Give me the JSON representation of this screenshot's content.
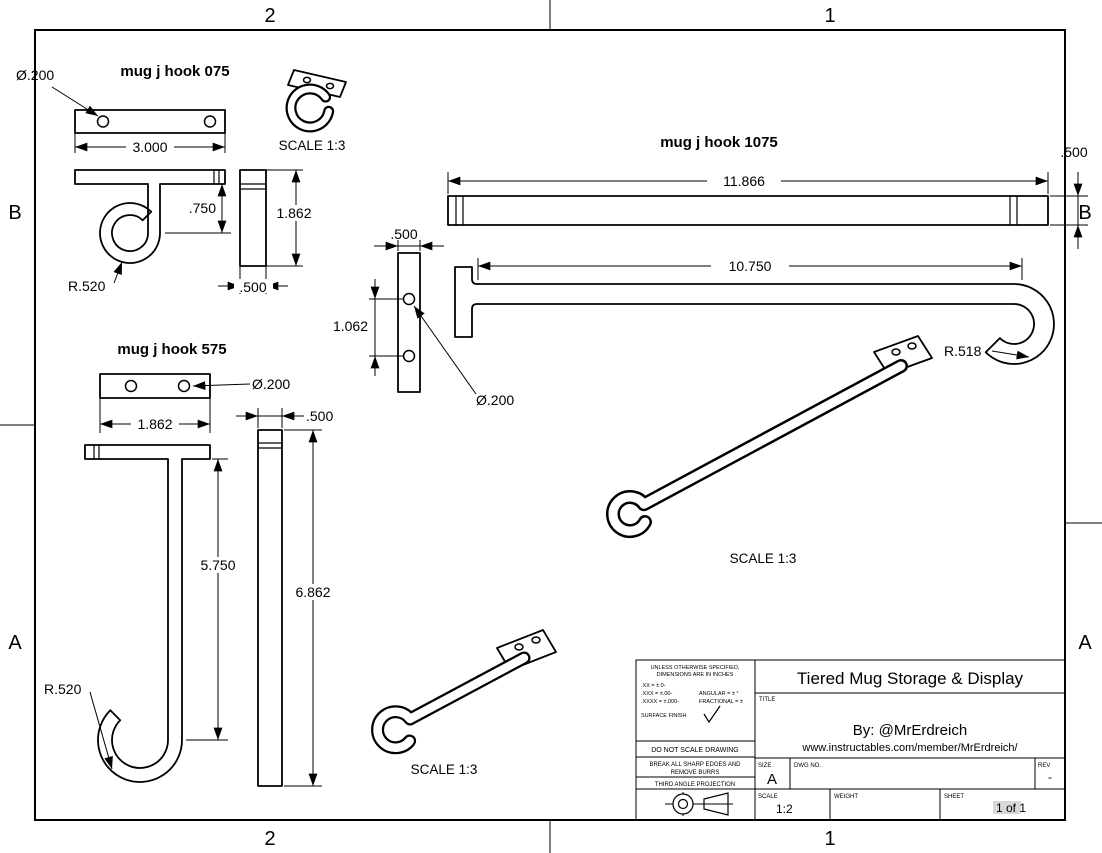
{
  "colors": {
    "ink": "#000000",
    "paper": "#ffffff",
    "sheet_highlight": "#d8d8d8"
  },
  "zones": {
    "top_left": "2",
    "top_right": "1",
    "bottom_left": "2",
    "bottom_right": "1",
    "left_top": "B",
    "left_bottom": "A",
    "right_top": "B",
    "right_bottom": "A"
  },
  "views": {
    "hook075": {
      "title": "mug j hook 075",
      "scale_label": "SCALE 1:3",
      "dim_hole": "Ø.200",
      "dim_width": "3.000",
      "dim_drop": ".750",
      "dim_height": "1.862",
      "dim_thickness": ".500",
      "dim_radius": "R.520"
    },
    "hook575": {
      "title": "mug j hook 575",
      "scale_label": "SCALE 1:3",
      "dim_hole": "Ø.200",
      "dim_width": "1.862",
      "dim_drop": "5.750",
      "dim_height": "6.862",
      "dim_thickness": ".500",
      "dim_radius": "R.520"
    },
    "hook1075": {
      "title": "mug j hook 1075",
      "scale_label": "SCALE 1:3",
      "dim_length": "11.866",
      "dim_width": ".500",
      "dim_reach": "10.750",
      "dim_plate": ".500",
      "dim_spacing": "1.062",
      "dim_hole": "Ø.200",
      "dim_radius": "R.518"
    }
  },
  "title_block": {
    "spec_line1": "UNLESS OTHERWISE SPECIFIED,",
    "spec_line2": "DIMENSIONS ARE IN INCHES",
    "tol_line1": ".XX = ±.0-",
    "tol_line2": ".XXX = ±.00-",
    "tol_line3": ".XXXX = ±.000-",
    "tol_angular": "ANGULAR = ± °",
    "tol_fractional": "FRACTIONAL = ±",
    "surface_finish": "SURFACE FINISH",
    "do_not_scale": "DO NOT SCALE DRAWING",
    "break_edges_1": "BREAK ALL SHARP EDGES AND",
    "break_edges_2": "REMOVE BURRS",
    "projection": "THIRD ANGLE PROJECTION",
    "title_label": "TITLE",
    "drawing_title": "Tiered Mug Storage & Display",
    "author": "By: @MrErdreich",
    "url": "www.instructables.com/member/MrErdreich/",
    "size_label": "SIZE",
    "size_value": "A",
    "dwg_no_label": "DWG NO.",
    "rev_label": "REV",
    "rev_value": "-",
    "scale_label": "SCALE",
    "scale_value": "1:2",
    "weight_label": "WEIGHT",
    "sheet_label": "SHEET",
    "sheet_value": "1 of 1"
  }
}
